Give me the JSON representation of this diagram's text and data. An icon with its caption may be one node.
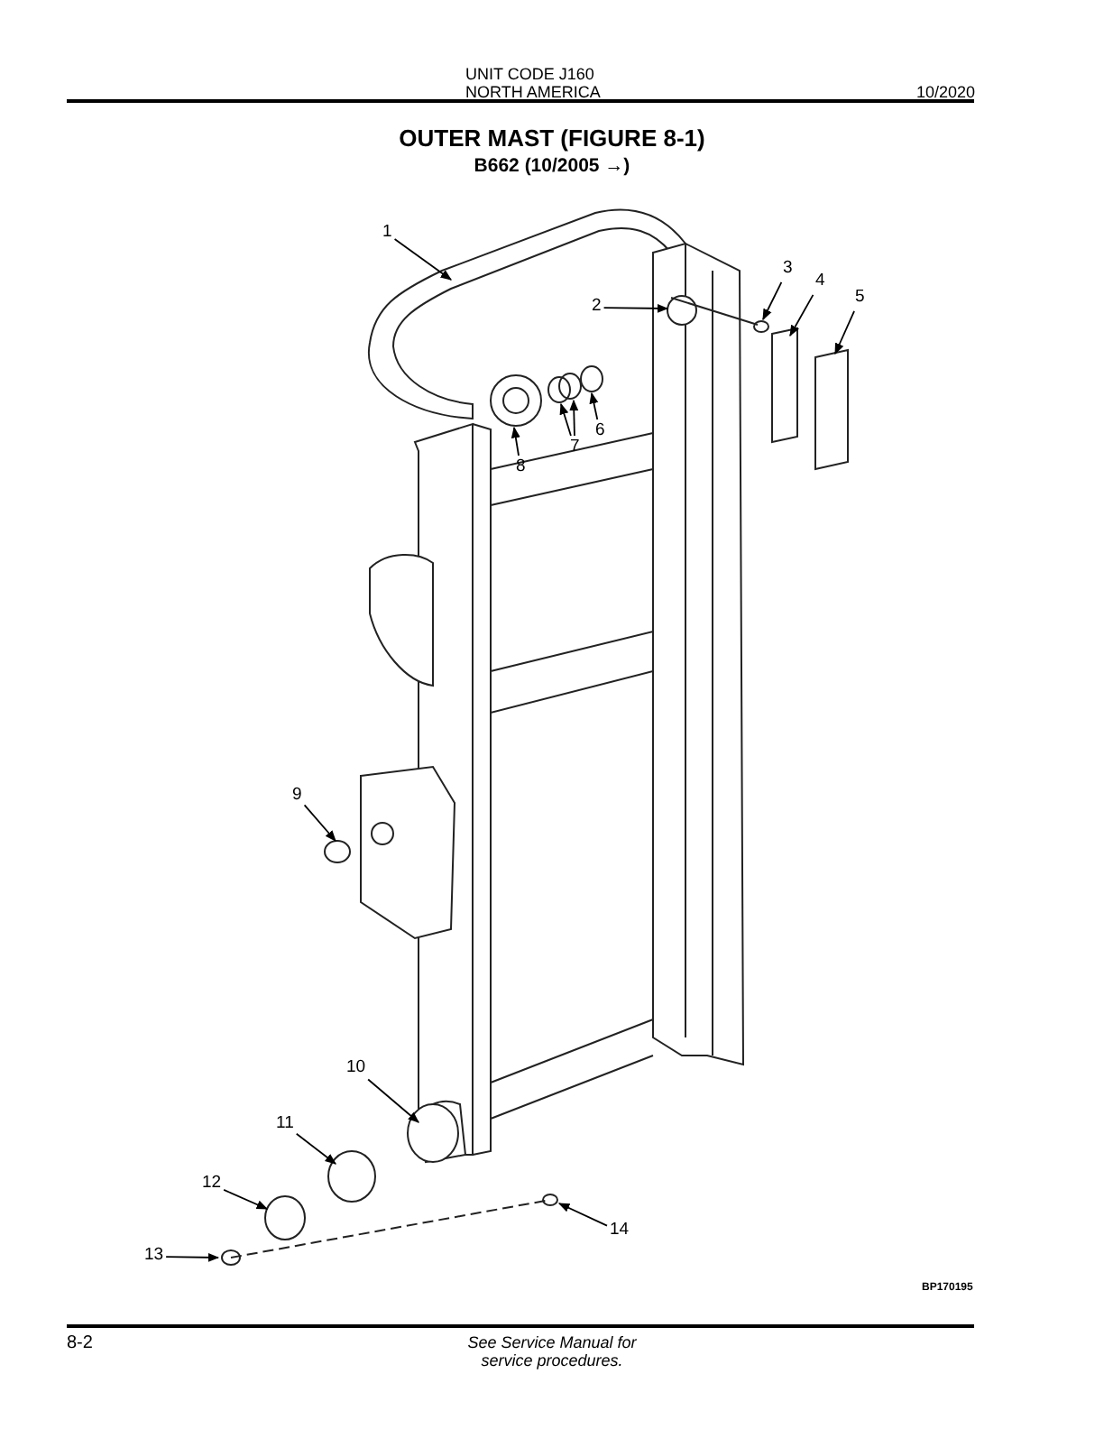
{
  "diagram": {
    "title": "OUTER MAST (FIGURE 8-1)",
    "nodes": [
      {
        "text": [
          "1"
        ]
      },
      {
        "text": [
          "2"
        ]
      },
      {
        "text": [
          "3"
        ]
      },
      {
        "text": [
          "4"
        ]
      },
      {
        "text": [
          "5"
        ]
      },
      {
        "text": [
          "6"
        ]
      },
      {
        "text": [
          "7"
        ]
      },
      {
        "text": [
          "8"
        ]
      },
      {
        "text": [
          "9"
        ]
      },
      {
        "text": [
          "10"
        ]
      },
      {
        "text": [
          "11"
        ]
      },
      {
        "text": [
          "12"
        ]
      },
      {
        "text": [
          "13"
        ]
      },
      {
        "text": [
          "14"
        ]
      }
    ],
    "edges": [
      {
        "from": 0,
        "to": null,
        "arrow": "to"
      },
      {
        "from": 1,
        "to": null,
        "arrow": "to"
      },
      {
        "from": 2,
        "to": null,
        "arrow": "to"
      },
      {
        "from": 3,
        "to": null,
        "arrow": "to"
      },
      {
        "from": 4,
        "to": null,
        "arrow": "to"
      },
      {
        "from": 5,
        "to": null,
        "arrow": "to"
      },
      {
        "from": 6,
        "to": null,
        "arrow": "to"
      },
      {
        "from": 6,
        "to": null,
        "arrow": "to"
      },
      {
        "from": 7,
        "to": null,
        "arrow": "to"
      },
      {
        "from": 8,
        "to": null,
        "arrow": "to"
      },
      {
        "from": 9,
        "to": null,
        "arrow": "to"
      },
      {
        "from": 10,
        "to": null,
        "arrow": "to"
      },
      {
        "from": 11,
        "to": null,
        "arrow": "to"
      },
      {
        "from": 12,
        "to": null,
        "arrow": "to"
      },
      {
        "from": 13,
        "to": null,
        "arrow": "to"
      }
    ],
    "labels": [
      "UNIT CODE J160",
      "NORTH AMERICA",
      "10/2020",
      "B662  (10/2005 →)",
      "BP170195",
      "8-2",
      "See Service Manual for service procedures."
    ]
  }
}
